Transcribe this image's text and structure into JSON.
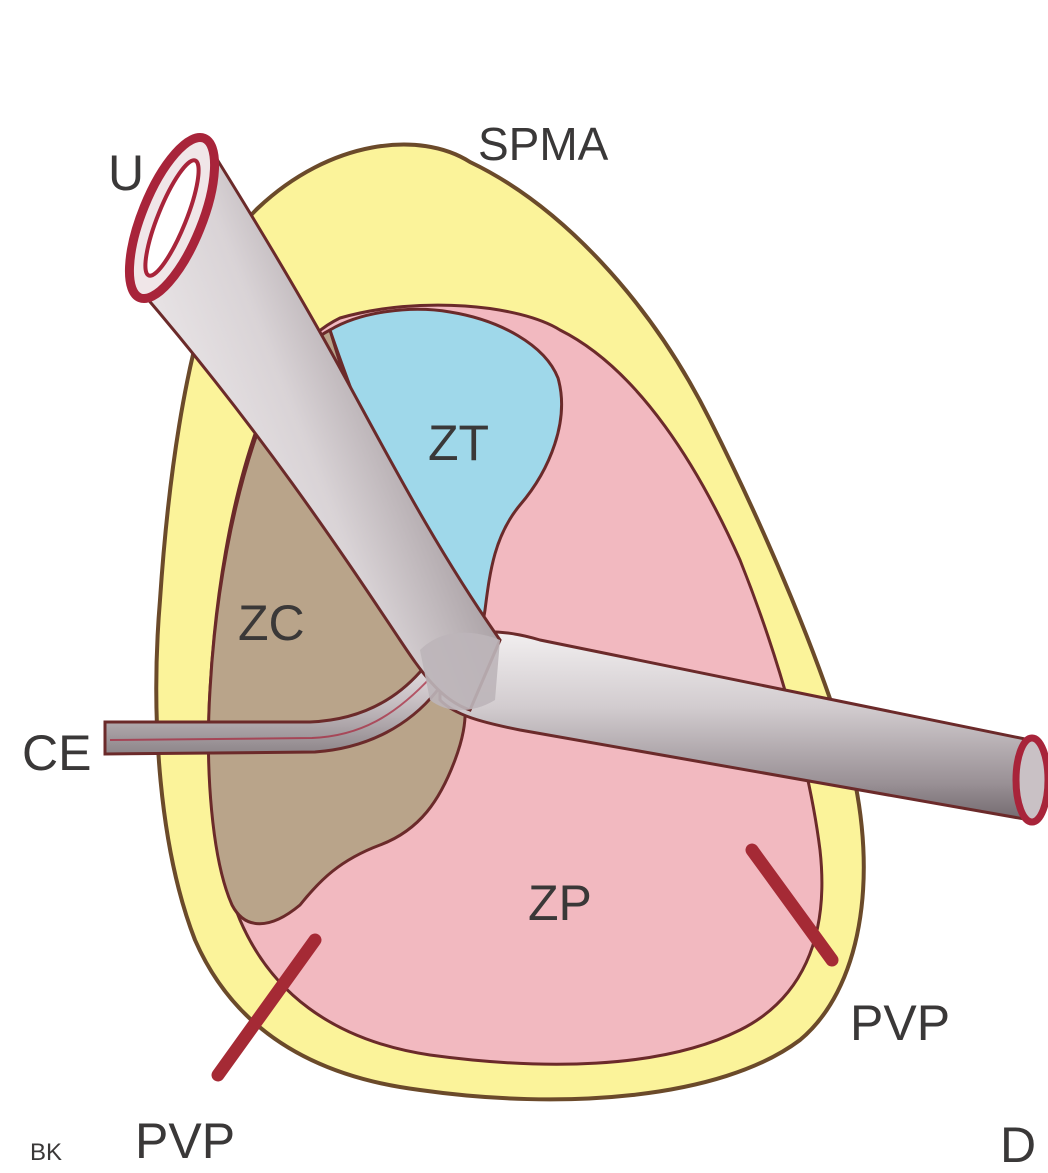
{
  "labels": {
    "u": "U",
    "spma": "SPMA",
    "zt": "ZT",
    "zc": "ZC",
    "ce": "CE",
    "zp": "ZP",
    "pvp_left": "PVP",
    "pvp_right": "PVP",
    "d": "D",
    "corner_mark": "BK"
  },
  "colors": {
    "spma_fill": "#fbf39a",
    "spma_outline": "#6b4a2a",
    "zt_fill": "#9fd8ea",
    "zc_fill": "#b9a48a",
    "zp_fill": "#f2b9c0",
    "zone_border": "#6b2a2a",
    "vessel_light": "#e6e2e4",
    "vessel_dark": "#8a8387",
    "vessel_lumen": "#a8243a",
    "pvp_mark": "#a52a35",
    "label_text": "#3a3838"
  }
}
